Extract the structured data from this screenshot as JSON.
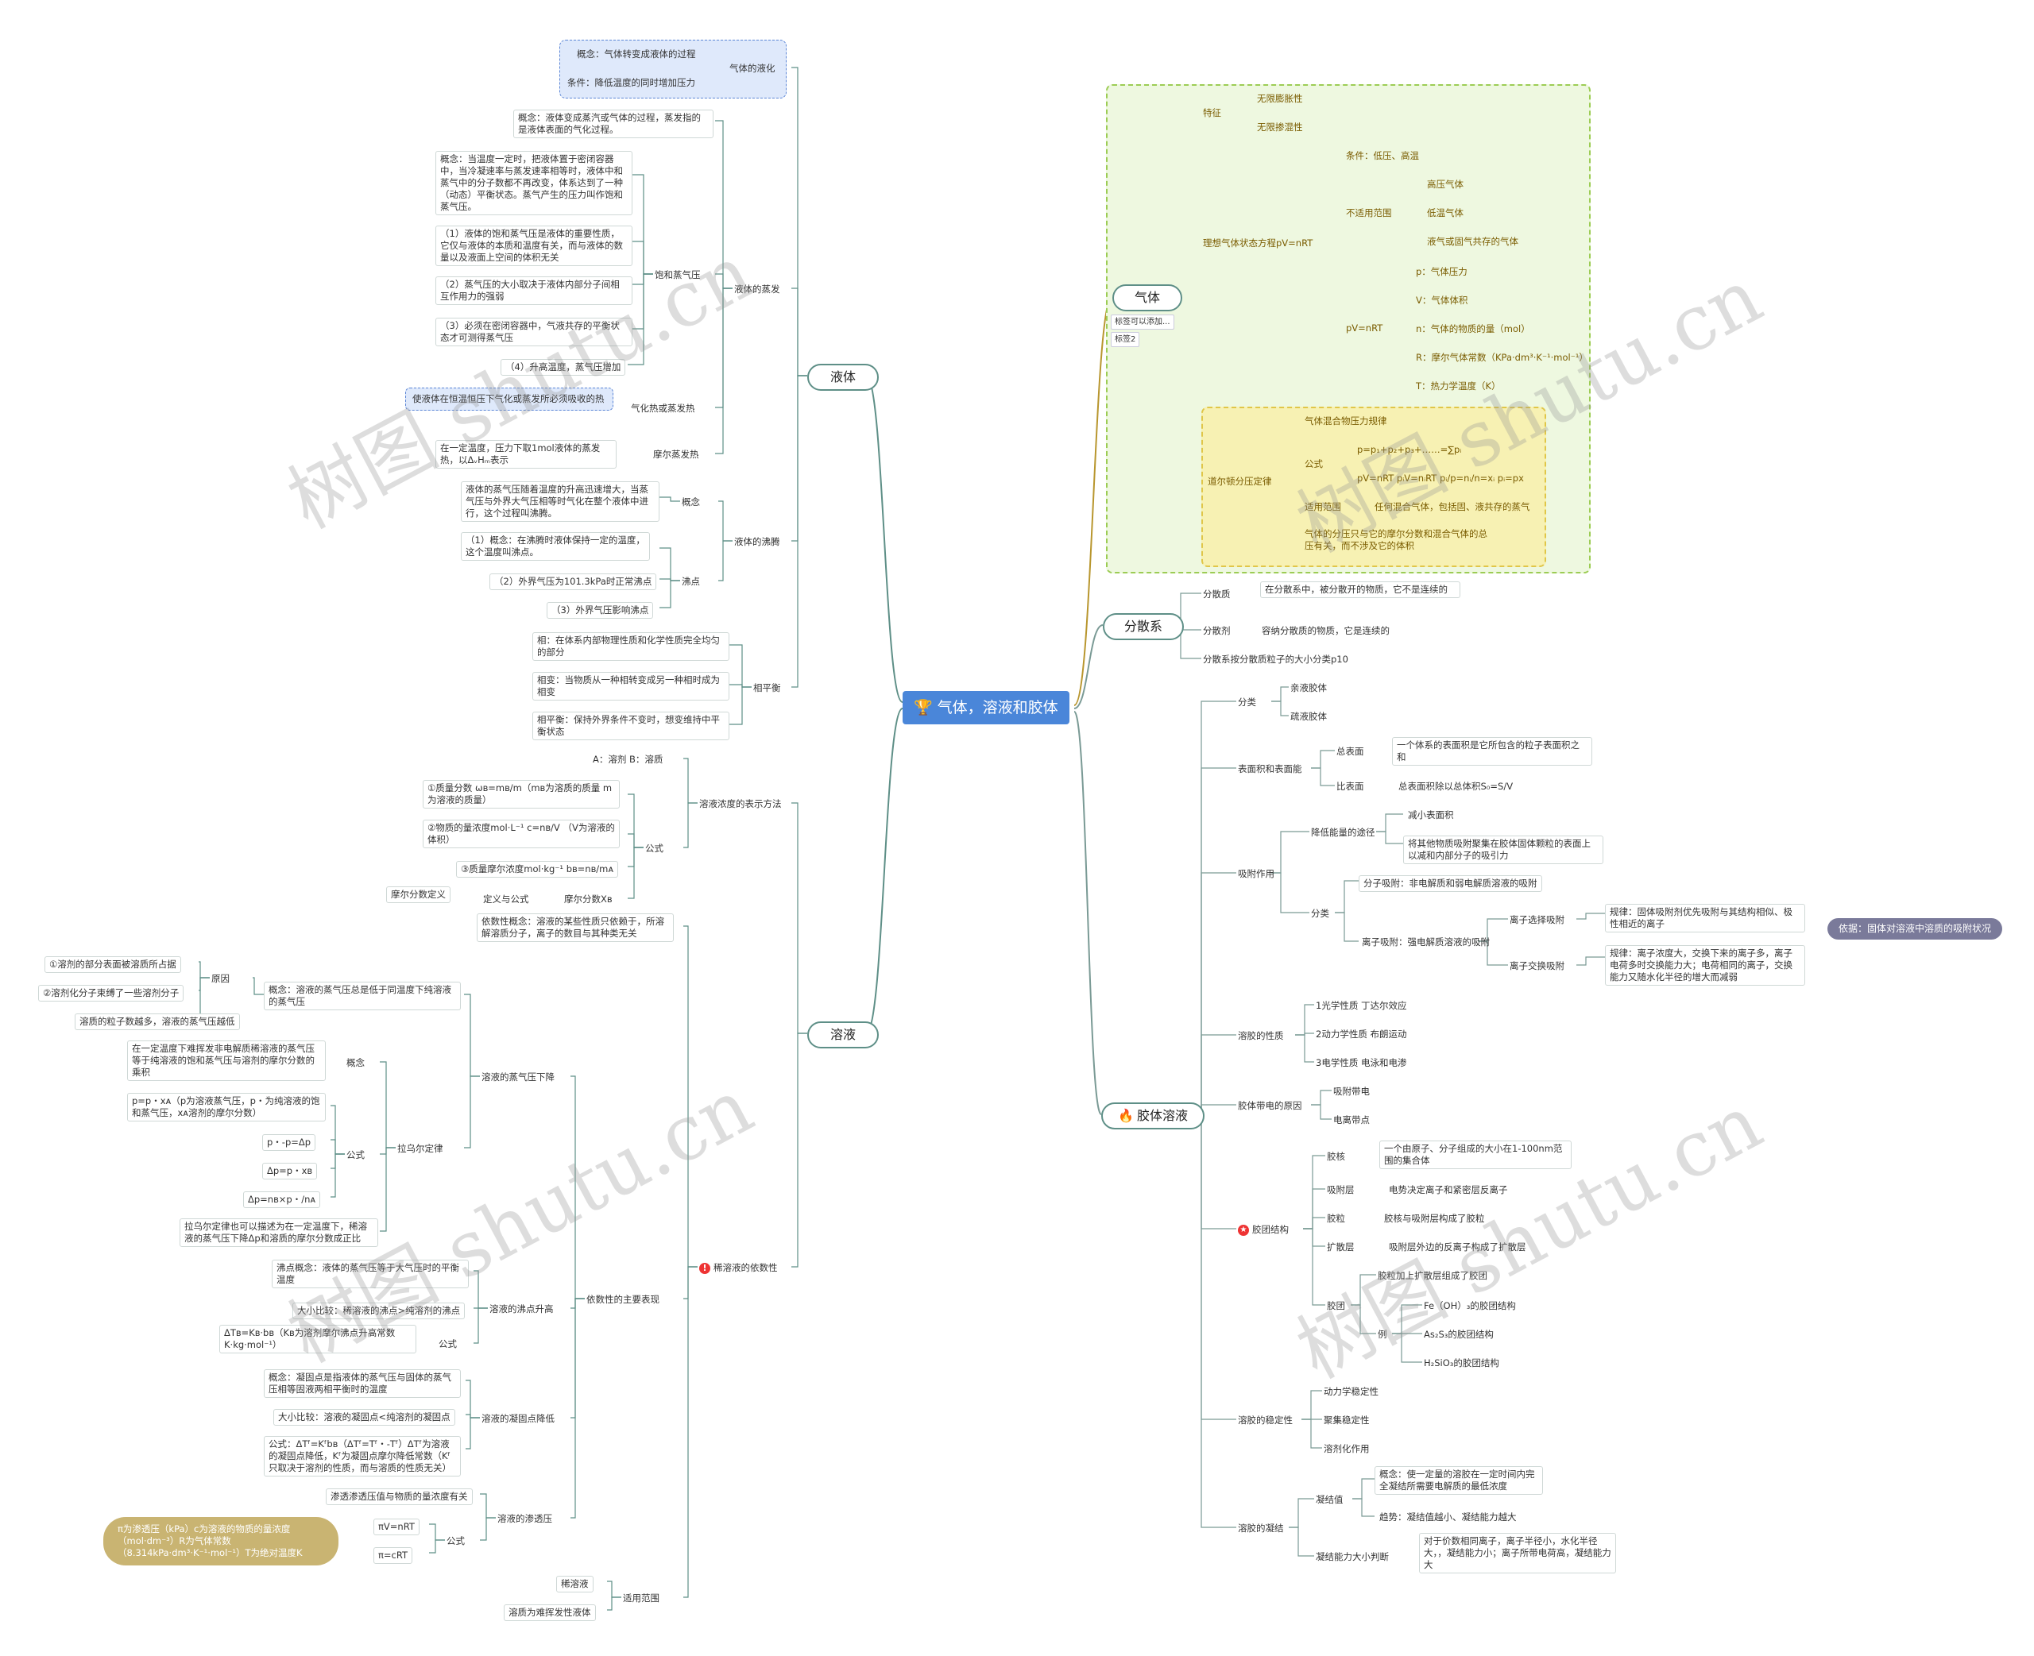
{
  "root": "气体，溶液和胶体",
  "gas": {
    "title": "气体",
    "tag1": "标签可以添加...",
    "tag2": "标签2",
    "feature": "特征",
    "feature_items": [
      "无限膨胀性",
      "无限掺混性"
    ],
    "ideal_eq": "理想气体状态方程pV=nRT",
    "not_applicable": "不适用范围",
    "condition": "条件：低压、高温",
    "na_items": [
      "高压气体",
      "低温气体",
      "液气或固气共存的气体"
    ],
    "pv": "pV=nRT",
    "pv_items": [
      "p：气体压力",
      "V：气体体积",
      "n：气体的物质的量（mol）",
      "R：摩尔气体常数（KPa·dm³·K⁻¹·mol⁻¹）",
      "T：热力学温度（K）"
    ],
    "dalton": "道尔顿分压定律",
    "dalton_law": "气体混合物压力规律",
    "formula": "公式",
    "formula_items": [
      "p=p₁+p₂+p₃+……=∑pᵢ",
      "pV=nRT  pᵢV=nᵢRT  pᵢ/p=nᵢ/n=xᵢ  pᵢ=px"
    ],
    "scope": "适用范围",
    "scope_item": "任何混合气体，包括固、液共存的蒸气",
    "dalton_note": "气体的分压只与它的摩尔分数和混合气体的总压有关，而不涉及它的体积"
  },
  "dispersion": {
    "title": "分散系",
    "phase": "分散质",
    "phase_def": "在分散系中，被分散开的物质，它不是连续的",
    "medium": "分散剂",
    "medium_def": "容纳分散质的物质，它是连续的",
    "classify": "分散系按分散质粒子的大小分类p10"
  },
  "colloid": {
    "title": "胶体溶液",
    "classes": "分类",
    "class_items": [
      "亲液胶体",
      "疏液胶体"
    ],
    "surface": "表面积和表面能",
    "total_surface": "总表面",
    "total_surface_def": "一个体系的表面积是它所包含的粒子表面积之和",
    "specific_surface": "比表面",
    "specific_surface_def": "总表面积除以总体积S₀=S/V",
    "adsorption": "吸附作用",
    "reduce_energy": "降低能量的途径",
    "reduce_items": [
      "减小表面积",
      "将其他物质吸附聚集在胶体固体颗粒的表面上以减和内部分子的吸引力"
    ],
    "ads_classes": "分类",
    "molecular_ads": "分子吸附：非电解质和弱电解质溶液的吸附",
    "ionic_ads": "离子吸附：强电解质溶液的吸附",
    "selective_ads": "离子选择吸附",
    "selective_rule": "规律：固体吸附剂优先吸附与其结构相似、极性相近的离子",
    "exchange_ads": "离子交换吸附",
    "exchange_rule": "规律：离子浓度大，交换下来的离子多，离子电荷多时交换能力大；电荷相同的离子，交换能力又随水化半径的增大而减弱",
    "basis": "依据：固体对溶液中溶质的吸附状况",
    "properties": "溶胶的性质",
    "property_items": [
      "1光学性质  丁达尔效应",
      "2动力学性质  布朗运动",
      "3电学性质  电泳和电渗"
    ],
    "charge_cause": "胶体带电的原因",
    "charge_items": [
      "吸附带电",
      "电离带点"
    ],
    "micelle": "胶团结构",
    "core": "胶核",
    "core_def": "一个由原子、分子组成的大小在1-100nm范围的集合体",
    "ads_layer": "吸附层",
    "ads_layer_def": "电势决定离子和紧密层反离子",
    "particle": "胶粒",
    "particle_def": "胶核与吸附层构成了胶粒",
    "diffuse": "扩散层",
    "diffuse_def": "吸附层外边的反离子构成了扩散层",
    "micelle2": "胶团",
    "micelle_def": "胶粒加上扩散层组成了胶团",
    "example": "例",
    "example_items": [
      "Fe（OH）₃的胶团结构",
      "As₂S₃的胶团结构",
      "H₂SiO₃的胶团结构"
    ],
    "stability": "溶胶的稳定性",
    "stability_items": [
      "动力学稳定性",
      "聚集稳定性",
      "溶剂化作用"
    ],
    "coagulation": "溶胶的凝结",
    "coag_value": "凝结值",
    "coag_concept": "概念：使一定量的溶胶在一定时间内完全凝结所需要电解质的最低浓度",
    "coag_trend": "趋势：凝结值越小、凝结能力越大",
    "coag_ability": "凝结能力大小判断",
    "coag_ability_def": "对于价数相同离子，离子半径小，水化半径大，，凝结能力小；离子所带电荷高，凝结能力大"
  },
  "liquid": {
    "title": "液体",
    "gas_liq": "气体的液化",
    "gas_liq_concept": "概念：气体转变成液体的过程",
    "gas_liq_condition": "条件：降低温度的同时增加压力",
    "evaporation": "液体的蒸发",
    "evap_concept": "概念：液体变成蒸汽或气体的过程，蒸发指的是液体表面的气化过程。",
    "svp": "饱和蒸气压",
    "svp_concept": "概念：当温度一定时，把液体置于密闭容器中，当冷凝速率与蒸发速率相等时，液体中和蒸气中的分子数都不再改变，体系达到了一种（动态）平衡状态。蒸气产生的压力叫作饱和蒸气压。",
    "svp_1": "（1）液体的饱和蒸气压是液体的重要性质，它仅与液体的本质和温度有关，而与液体的数量以及液面上空间的体积无关",
    "svp_2": "（2）蒸气压的大小取决于液体内部分子间相互作用力的强弱",
    "svp_3": "（3）必须在密闭容器中，气液共存的平衡状态才可测得蒸气压",
    "svp_4": "（4）升高温度，蒸气压增加",
    "heat_label": "气化热或蒸发热",
    "heat_def": "使液体在恒温恒压下气化或蒸发所必须吸收的热",
    "molar_heat": "摩尔蒸发热",
    "molar_heat_def": "在一定温度，压力下取1mol液体的蒸发热，以ΔᵥHₘ表示",
    "boiling": "液体的沸腾",
    "boil_concept_label": "概念",
    "boil_concept": "液体的蒸气压随着温度的升高迅速增大，当蒸气压与外界大气压相等时气化在整个液体中进行，这个过程叫沸腾。",
    "bp": "沸点",
    "bp_1": "（1）概念：在沸腾时液体保持一定的温度，这个温度叫沸点。",
    "bp_2": "（2）外界气压为101.3kPa时正常沸点",
    "bp_3": "（3）外界气压影响沸点",
    "phase_eq": "相平衡",
    "phase": "相：在体系内部物理性质和化学性质完全均匀的部分",
    "phase_change": "相变：当物质从一种相转变成另一种相时成为相变",
    "phase_balance": "相平衡：保持外界条件不变时，想变维持中平衡状态"
  },
  "solution": {
    "title": "溶液",
    "conc": "溶液浓度的表示方法",
    "ab": "A：溶剂 B：溶质",
    "formula": "公式",
    "f1": "①质量分数 ωʙ=mʙ/m（mʙ为溶质的质量 m为溶液的质量）",
    "f2": "②物质的量浓度mol·L⁻¹  c=nʙ/V （V为溶液的体积）",
    "f3": "③质量摩尔浓度mol·kg⁻¹  bʙ=nʙ/mᴀ",
    "mole_frac": "摩尔分数Xʙ",
    "def_formula": "定义与公式",
    "mole_frac_def": "摩尔分数定义",
    "colligative": "稀溶液的依数性",
    "col_concept": "依数性概念：溶液的某些性质只依赖于，所溶解溶质分子，离子的数目与其种类无关",
    "main_col": "依数性的主要表现",
    "vp_lower": "溶液的蒸气压下降",
    "vp_concept": "概念：溶液的蒸气压总是低于同温度下纯溶液的蒸气压",
    "reason": "原因",
    "reason_1": "①溶剂的部分表面被溶质所占据",
    "reason_2": "②溶剂化分子束缚了一些溶剂分子",
    "reason_3": "溶质的粒子数越多，溶液的蒸气压越低",
    "raoult": "拉乌尔定律",
    "raoult_concept_label": "概念",
    "raoult_concept": "在一定温度下难挥发非电解质稀溶液的蒸气压等于纯溶液的饱和蒸气压与溶剂的摩尔分数的乘积",
    "raoult_formula_label": "公式",
    "r1": "p=p・xᴀ（p为溶液蒸气压，p・为纯溶液的饱和蒸气压，xᴀ溶剂的摩尔分数）",
    "r2": "p・-p=Δp",
    "r3": "Δp=p・xʙ",
    "r4": "Δp=nʙ×p・/nᴀ",
    "raoult_note": "拉乌尔定律也可以描述为在一定温度下，稀溶液的蒸气压下降Δp和溶质的摩尔分数成正比",
    "bp_rise": "溶液的沸点升高",
    "bp_concept": "沸点概念：液体的蒸气压等于大气压时的平衡温度",
    "bp_compare": "大小比较：稀溶液的沸点>纯溶剂的沸点",
    "bp_formula_label": "公式",
    "bp_formula": "ΔTʙ=Kʙ·bʙ（Kʙ为溶剂摩尔沸点升高常数K·kg·mol⁻¹）",
    "fp_drop": "溶液的凝固点降低",
    "fp_concept": "概念：凝固点是指液体的蒸气压与固体的蒸气压相等固液两相平衡时的温度",
    "fp_compare": "大小比较：溶液的凝固点<纯溶剂的凝固点",
    "fp_formula": "公式：ΔTᶠ=Kᶠbʙ（ΔTᶠ=Tᶠ・-Tᶠ）ΔTᶠ为溶液的凝固点降低，Kᶠ为凝固点摩尔降低常数（Kᶠ只取决于溶剂的性质，而与溶质的性质无关）",
    "osmotic": "溶液的渗透压",
    "os_1": "渗透渗透压值与物质的量浓度有关",
    "os_formula_label": "公式",
    "os_f1": "πV=nRT",
    "os_f2": "π=cRT",
    "os_note": "π为渗透压（kPa）c为溶液的物质的量浓度（mol·dm⁻³）R为气体常数（8.314kPa·dm³·K⁻¹·mol⁻¹）T为绝对温度K",
    "apply": "适用范围",
    "apply_1": "稀溶液",
    "apply_2": "溶质为难挥发性液体"
  },
  "watermark": "树图 shutu.cn",
  "colors": {
    "root": "#4a86d9",
    "branch": "#5e8f87",
    "gas_bg": "#eef8e0",
    "gas_border": "#9ccc54",
    "dalton_bg": "#f7f1b3",
    "dalton_border": "#e0c648",
    "highlight": "#dfe9fb"
  },
  "icons": {
    "root": "trophy-icon",
    "colloid": "fire-icon",
    "colligative": "warning-icon",
    "micelle": "star-icon"
  }
}
